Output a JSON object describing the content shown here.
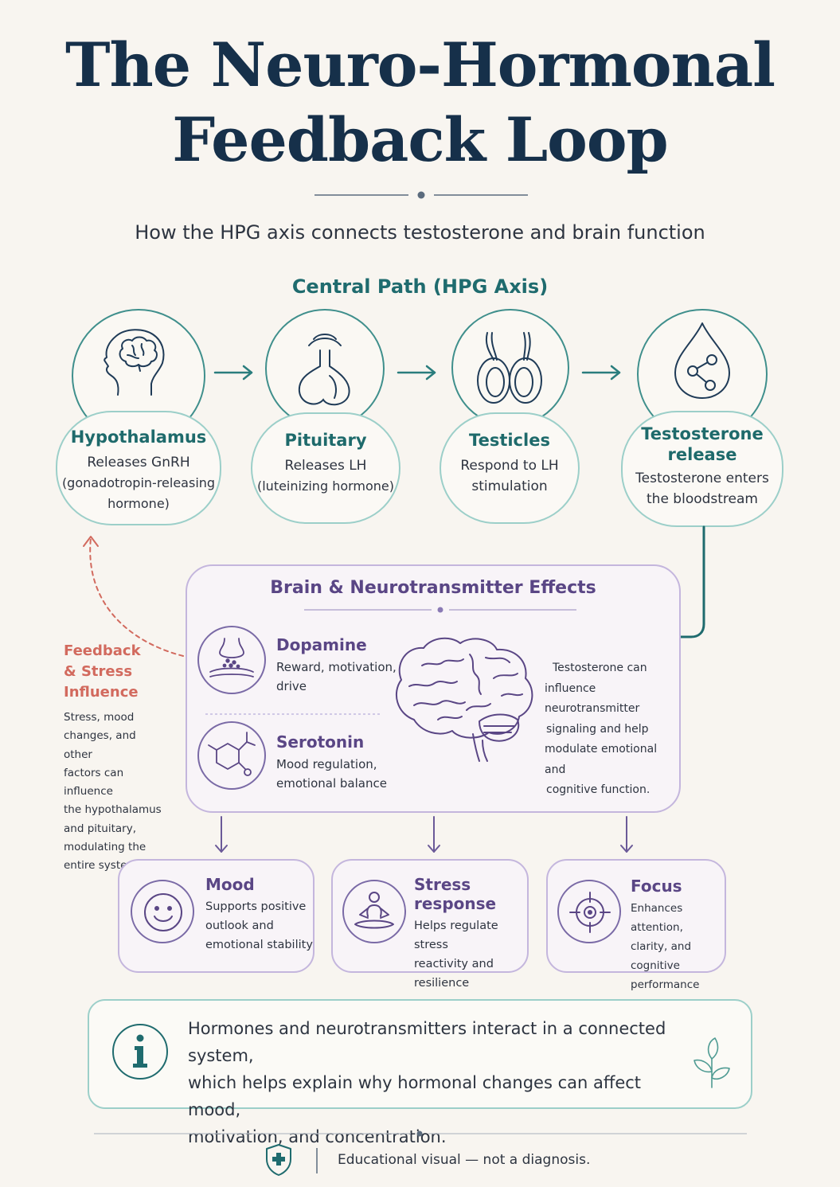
{
  "title": {
    "line1": "The Neuro-Hormonal",
    "line2": "Feedback Loop"
  },
  "subtitle": "How the HPG axis connects testosterone and brain function",
  "central_path": {
    "title": "Central Path (HPG Axis)",
    "steps": [
      {
        "name": "Hypothalamus",
        "desc1": "Releases GnRH",
        "desc2": "(gonadotropin-releasing",
        "desc3": "hormone)",
        "icon": "brain-head-icon"
      },
      {
        "name": "Pituitary",
        "desc1": "Releases LH",
        "desc2": "(luteinizing hormone)",
        "icon": "pituitary-gland-icon"
      },
      {
        "name": "Testicles",
        "desc1": "Respond to LH",
        "desc2": "stimulation",
        "icon": "testicles-icon"
      },
      {
        "name_line1": "Testosterone",
        "name_line2": "release",
        "desc1": "Testosterone enters",
        "desc2": "the bloodstream",
        "icon": "hormone-drop-icon"
      }
    ]
  },
  "effects": {
    "title": "Brain & Neurotransmitter Effects",
    "neurotransmitters": [
      {
        "name": "Dopamine",
        "desc1": "Reward, motivation,",
        "desc2": "drive",
        "icon": "synapse-icon"
      },
      {
        "name": "Serotonin",
        "desc1": "Mood regulation,",
        "desc2": "emotional balance",
        "icon": "molecule-icon"
      }
    ],
    "note": [
      "Testosterone can",
      "influence neurotransmitter",
      "signaling and help",
      "modulate emotional and",
      "cognitive function."
    ]
  },
  "feedback": {
    "title": [
      "Feedback",
      "& Stress",
      "Influence"
    ],
    "text": [
      "Stress, mood",
      "changes, and other",
      "factors can influence",
      "the hypothalamus",
      "and pituitary,",
      "modulating the",
      "entire system."
    ]
  },
  "outcomes": [
    {
      "name": "Mood",
      "lines": [
        "Supports positive",
        "outlook and",
        "emotional stability"
      ],
      "icon": "smiley-icon"
    },
    {
      "name": "Stress response",
      "lines": [
        "Helps regulate stress",
        "reactivity and",
        "resilience"
      ],
      "icon": "meditation-icon"
    },
    {
      "name": "Focus",
      "lines": [
        "Enhances attention,",
        "clarity, and cognitive",
        "performance"
      ],
      "icon": "target-icon"
    }
  ],
  "info": {
    "lines": [
      "Hormones and neurotransmitters interact in a connected system,",
      "which helps explain why hormonal changes can affect mood,",
      "motivation, and concentration."
    ],
    "icon": "info-icon"
  },
  "footer": {
    "text": "Educational visual — not a diagnosis.",
    "icon": "shield-plus-icon"
  },
  "colors": {
    "navy": "#16304a",
    "teal": "#1f6b6e",
    "purple": "#5a4685",
    "coral": "#d26a5e",
    "background": "#f8f5f0"
  }
}
